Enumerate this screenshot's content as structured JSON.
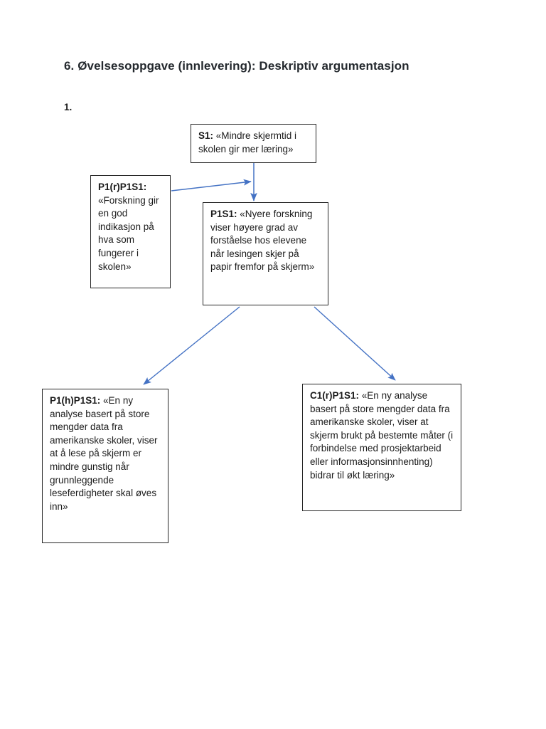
{
  "document": {
    "title": "6. Øvelsesoppgave (innlevering): Deskriptiv argumentasjon",
    "list_number": "1."
  },
  "diagram": {
    "type": "argument-map",
    "accent_color": "#4472C4",
    "box_border_color": "#262626",
    "background_color": "#FFFFFF",
    "nodes": [
      {
        "id": "S1",
        "name": "standpunkt-box",
        "label": "S1:",
        "text": "«Mindre skjermtid i skolen gir mer læring»"
      },
      {
        "id": "P1(r)P1S1",
        "name": "premiss-r-box",
        "label": "P1(r)P1S1:",
        "text": "«Forskning gir en god indikasjon på hva som fungerer i skolen»"
      },
      {
        "id": "P1S1",
        "name": "premiss-box",
        "label": "P1S1:",
        "text": "«Nyere forskning viser høyere grad av forståelse hos elevene når lesingen skjer på papir fremfor på skjerm»"
      },
      {
        "id": "P1(h)P1S1",
        "name": "premiss-h-box",
        "label": "P1(h)P1S1:",
        "text": "«En ny analyse basert på store mengder data fra amerikanske skoler, viser at å lese på skjerm er mindre gunstig når grunnleggende leseferdigheter skal øves inn»"
      },
      {
        "id": "C1(r)P1S1",
        "name": "motargument-box",
        "label": "C1(r)P1S1:",
        "text": "«En ny analyse basert på store mengder data fra amerikanske skoler, viser at skjerm brukt på bestemte måter (i forbindelse med prosjektarbeid eller informasjonsinnhenting) bidrar til økt læring»"
      }
    ],
    "connectors": [
      {
        "name": "arrow-s1-to-p1s1",
        "from": "S1",
        "to": "P1S1"
      },
      {
        "name": "arrow-p1r-to-p1s1",
        "from": "P1(r)P1S1",
        "to": "P1S1"
      },
      {
        "name": "arrow-p1s1-to-p1h",
        "from": "P1S1",
        "to": "P1(h)P1S1"
      },
      {
        "name": "arrow-p1s1-to-c1r",
        "from": "P1S1",
        "to": "C1(r)P1S1"
      }
    ]
  }
}
